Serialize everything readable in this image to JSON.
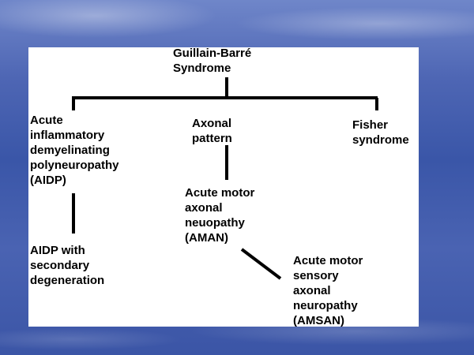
{
  "diagram": {
    "nodes": {
      "root": "Guillain-Barré\nSyndrome",
      "aidp": "Acute\ninflammatory\ndemyelinating\npolyneuropathy\n(AIDP)",
      "axonal": "Axonal\npattern",
      "fisher": "Fisher\nsyndrome",
      "aidp_secondary": "AIDP with\nsecondary\ndegeneration",
      "aman": "Acute motor\naxonal\nneuopathy\n(AMAN)",
      "amsan": "Acute motor\nsensory\naxonal\nneuropathy\n(AMSAN)"
    },
    "edges": [
      [
        "root",
        "aidp"
      ],
      [
        "root",
        "axonal"
      ],
      [
        "root",
        "fisher"
      ],
      [
        "aidp",
        "aidp_secondary"
      ],
      [
        "axonal",
        "aman"
      ],
      [
        "aman",
        "amsan"
      ]
    ],
    "colors": {
      "panel": "#ffffff",
      "text": "#000000",
      "line": "#000000",
      "background": "#4a63b2"
    }
  }
}
